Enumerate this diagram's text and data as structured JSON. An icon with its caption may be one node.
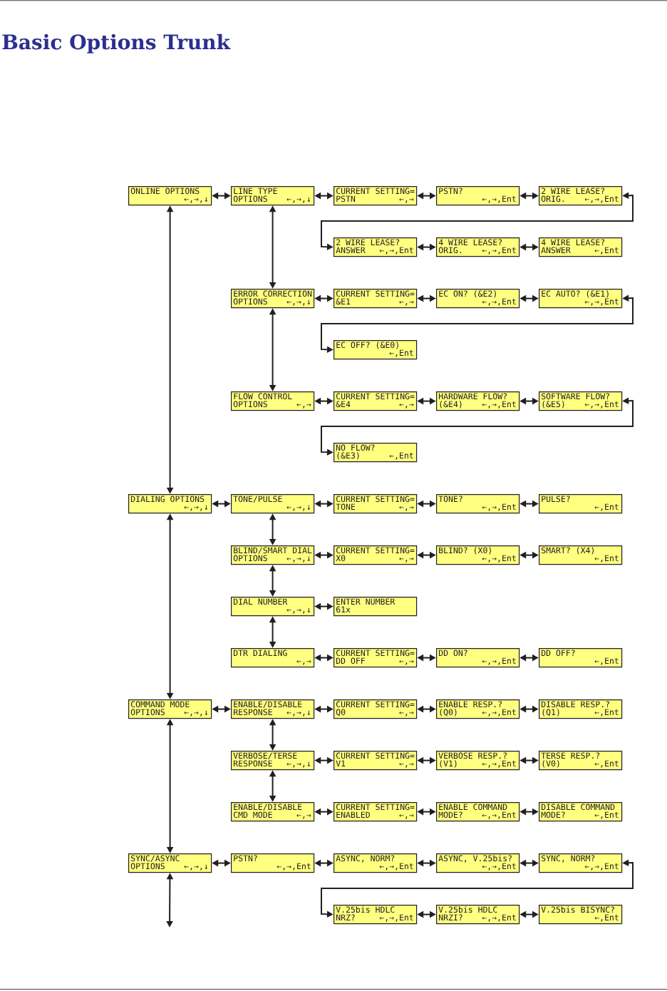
{
  "diagram": {
    "title": "Basic Options Trunk",
    "nodes": [
      {
        "text": [
          "ONLINE OPTIONS",
          "←,→,↓"
        ]
      },
      {
        "text": [
          "LINE TYPE OPTIONS",
          "←,→,↓"
        ]
      },
      {
        "text": [
          "CURRENT SETTING=",
          "PSTN",
          "←,→"
        ]
      },
      {
        "text": [
          "PSTN?",
          "←,→,Ent"
        ]
      },
      {
        "text": [
          "2 WIRE LEASE?",
          "ORIG.",
          "←,→,Ent"
        ]
      },
      {
        "text": [
          "2 WIRE LEASE?",
          "ANSWER",
          "←,→,Ent"
        ]
      },
      {
        "text": [
          "4 WIRE LEASE?",
          "ORIG.",
          "←,→,Ent"
        ]
      },
      {
        "text": [
          "4 WIRE LEASE?",
          "ANSWER",
          "←,Ent"
        ]
      },
      {
        "text": [
          "ERROR CORRECTION OPTIONS",
          "←,→,↓"
        ]
      },
      {
        "text": [
          "CURRENT SETTING=",
          "&E1",
          "←,→"
        ]
      },
      {
        "text": [
          "EC ON? (&E2)",
          "←,→,Ent"
        ]
      },
      {
        "text": [
          "EC AUTO? (&E1)",
          "←,→,Ent"
        ]
      },
      {
        "text": [
          "EC OFF? (&E0)",
          "←,Ent"
        ]
      },
      {
        "text": [
          "FLOW CONTROL OPTIONS",
          "←,→"
        ]
      },
      {
        "text": [
          "CURRENT SETTING=",
          "&E4",
          "←,→"
        ]
      },
      {
        "text": [
          "HARDWARE FLOW?",
          "(&E4)",
          "←,→,Ent"
        ]
      },
      {
        "text": [
          "SOFTWARE FLOW?",
          "(&E5)",
          "←,→,Ent"
        ]
      },
      {
        "text": [
          "NO FLOW?",
          "(&E3)",
          "←,Ent"
        ]
      },
      {
        "text": [
          "DIALING OPTIONS",
          "←,→,↓"
        ]
      },
      {
        "text": [
          "TONE/PULSE",
          "←,→,↓"
        ]
      },
      {
        "text": [
          "CURRENT SETTING=",
          "TONE",
          "←,→"
        ]
      },
      {
        "text": [
          "TONE?",
          "←,→,Ent"
        ]
      },
      {
        "text": [
          "PULSE?",
          "←,Ent"
        ]
      },
      {
        "text": [
          "BLIND/SMART DIAL OPTIONS",
          "←,→,↓"
        ]
      },
      {
        "text": [
          "CURRENT SETTING=",
          "X0",
          "←,→"
        ]
      },
      {
        "text": [
          "BLIND? (X0)",
          "←,→,Ent"
        ]
      },
      {
        "text": [
          "SMART? (X4)",
          "←,Ent"
        ]
      },
      {
        "text": [
          "DIAL NUMBER",
          "←,→,↓"
        ]
      },
      {
        "text": [
          "ENTER NUMBER",
          "61x"
        ]
      },
      {
        "text": [
          "DTR DIALING",
          "←,→"
        ]
      },
      {
        "text": [
          "CURRENT SETTING=",
          "DD OFF",
          "←,→"
        ]
      },
      {
        "text": [
          "DD ON?",
          "←,→,Ent"
        ]
      },
      {
        "text": [
          "DD OFF?",
          "←,Ent"
        ]
      },
      {
        "text": [
          "COMMAND MODE OPTIONS",
          "←,→,↓"
        ]
      },
      {
        "text": [
          "ENABLE/DISABLE RESPONSE",
          "←,→,↓"
        ]
      },
      {
        "text": [
          "CURRENT SETTING=",
          "Q0",
          "←,→"
        ]
      },
      {
        "text": [
          "ENABLE RESP.?",
          "(Q0)",
          "←,→,Ent"
        ]
      },
      {
        "text": [
          "DISABLE RESP.?",
          "(Q1)",
          "←,Ent"
        ]
      },
      {
        "text": [
          "VERBOSE/TERSE RESPONSE",
          "←,→,↓"
        ]
      },
      {
        "text": [
          "CURRENT SETTING=",
          "V1",
          "←,→"
        ]
      },
      {
        "text": [
          "VERBOSE RESP.?",
          "(V1)",
          "←,→,Ent"
        ]
      },
      {
        "text": [
          "TERSE RESP.?",
          "(V0)",
          "←,Ent"
        ]
      },
      {
        "text": [
          "ENABLE/DISABLE CMD MODE",
          "←,→"
        ]
      },
      {
        "text": [
          "CURRENT SETTING=",
          "ENABLED",
          "←,→"
        ]
      },
      {
        "text": [
          "ENABLE COMMAND MODE?",
          "←,→,Ent"
        ]
      },
      {
        "text": [
          "DISABLE COMMAND MODE?",
          "←,Ent"
        ]
      },
      {
        "text": [
          "SYNC/ASYNC OPTIONS",
          "←,→,↓"
        ]
      },
      {
        "text": [
          "PSTN?",
          "←,→,Ent"
        ]
      },
      {
        "text": [
          "ASYNC, NORM?",
          "←,→,Ent"
        ]
      },
      {
        "text": [
          "ASYNC, V.25bis?",
          "←,→,Ent"
        ]
      },
      {
        "text": [
          "SYNC, NORM?",
          "←,→,Ent"
        ]
      },
      {
        "text": [
          "V.25bis HDLC NRZ?",
          "←,→,Ent"
        ]
      },
      {
        "text": [
          "V.25bis HDLC NRZI?",
          "←,→,Ent"
        ]
      },
      {
        "text": [
          "V.25bis BISYNC?",
          "←,Ent"
        ]
      }
    ],
    "edges": [
      {
        "from": 0,
        "to": 18,
        "arrow": "both"
      },
      {
        "from": 18,
        "to": 33,
        "arrow": "both"
      },
      {
        "from": 33,
        "to": 46,
        "arrow": "both"
      },
      {
        "from": 46,
        "to": null,
        "arrow": "both"
      },
      {
        "from": 0,
        "to": 1,
        "arrow": "both"
      },
      {
        "from": 1,
        "to": 2,
        "arrow": "both"
      },
      {
        "from": 2,
        "to": 3,
        "arrow": "both"
      },
      {
        "from": 3,
        "to": 4,
        "arrow": "both"
      },
      {
        "from": 4,
        "to": 5,
        "arrow": "both"
      },
      {
        "from": 5,
        "to": 6,
        "arrow": "both"
      },
      {
        "from": 6,
        "to": 7,
        "arrow": "both"
      },
      {
        "from": 1,
        "to": 8,
        "arrow": "both"
      },
      {
        "from": 8,
        "to": 9,
        "arrow": "both"
      },
      {
        "from": 9,
        "to": 10,
        "arrow": "both"
      },
      {
        "from": 10,
        "to": 11,
        "arrow": "both"
      },
      {
        "from": 11,
        "to": 12,
        "arrow": "both"
      },
      {
        "from": 8,
        "to": 13,
        "arrow": "both"
      },
      {
        "from": 13,
        "to": 14,
        "arrow": "both"
      },
      {
        "from": 14,
        "to": 15,
        "arrow": "both"
      },
      {
        "from": 15,
        "to": 16,
        "arrow": "both"
      },
      {
        "from": 16,
        "to": 17,
        "arrow": "both"
      },
      {
        "from": 18,
        "to": 19,
        "arrow": "both"
      },
      {
        "from": 19,
        "to": 20,
        "arrow": "both"
      },
      {
        "from": 20,
        "to": 21,
        "arrow": "both"
      },
      {
        "from": 21,
        "to": 22,
        "arrow": "both"
      },
      {
        "from": 19,
        "to": 23,
        "arrow": "both"
      },
      {
        "from": 23,
        "to": 24,
        "arrow": "both"
      },
      {
        "from": 24,
        "to": 25,
        "arrow": "both"
      },
      {
        "from": 25,
        "to": 26,
        "arrow": "both"
      },
      {
        "from": 23,
        "to": 27,
        "arrow": "both"
      },
      {
        "from": 27,
        "to": 28,
        "arrow": "both"
      },
      {
        "from": 27,
        "to": 29,
        "arrow": "both"
      },
      {
        "from": 29,
        "to": 30,
        "arrow": "both"
      },
      {
        "from": 30,
        "to": 31,
        "arrow": "both"
      },
      {
        "from": 31,
        "to": 32,
        "arrow": "both"
      },
      {
        "from": 33,
        "to": 34,
        "arrow": "both"
      },
      {
        "from": 34,
        "to": 35,
        "arrow": "both"
      },
      {
        "from": 35,
        "to": 36,
        "arrow": "both"
      },
      {
        "from": 36,
        "to": 37,
        "arrow": "both"
      },
      {
        "from": 34,
        "to": 38,
        "arrow": "both"
      },
      {
        "from": 38,
        "to": 39,
        "arrow": "both"
      },
      {
        "from": 39,
        "to": 40,
        "arrow": "both"
      },
      {
        "from": 40,
        "to": 41,
        "arrow": "both"
      },
      {
        "from": 38,
        "to": 42,
        "arrow": "both"
      },
      {
        "from": 42,
        "to": 43,
        "arrow": "both"
      },
      {
        "from": 43,
        "to": 44,
        "arrow": "both"
      },
      {
        "from": 44,
        "to": 45,
        "arrow": "both"
      },
      {
        "from": 46,
        "to": 47,
        "arrow": "both"
      },
      {
        "from": 47,
        "to": 48,
        "arrow": "both"
      },
      {
        "from": 48,
        "to": 49,
        "arrow": "both"
      },
      {
        "from": 49,
        "to": 50,
        "arrow": "both"
      },
      {
        "from": 50,
        "to": 51,
        "arrow": "both"
      },
      {
        "from": 51,
        "to": 52,
        "arrow": "both"
      },
      {
        "from": 52,
        "to": 53,
        "arrow": "both"
      }
    ]
  }
}
